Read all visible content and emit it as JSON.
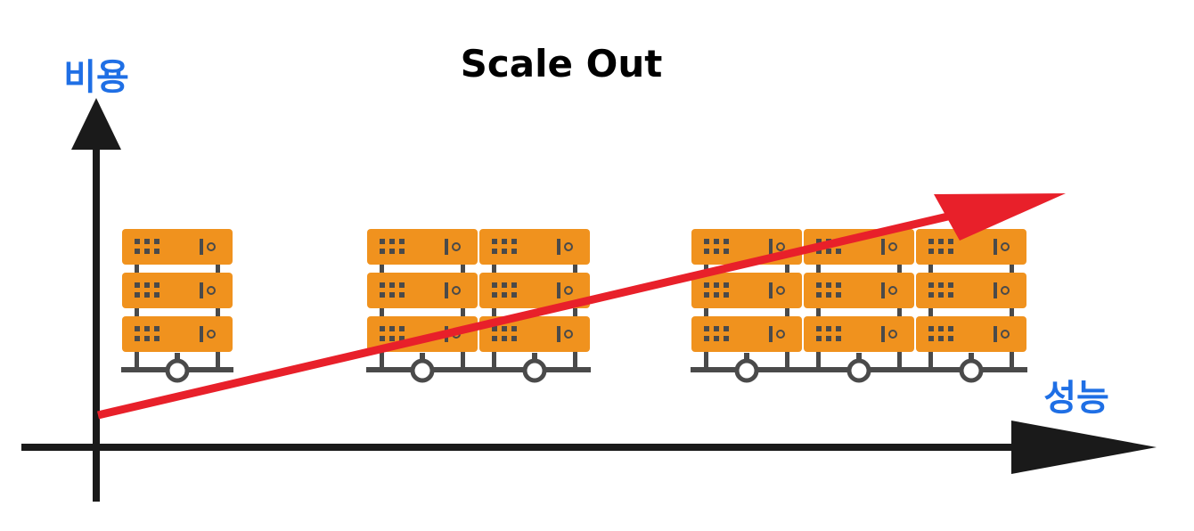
{
  "diagram": {
    "title": "Scale Out",
    "y_axis_label": "비용",
    "x_axis_label": "성능",
    "colors": {
      "axis": "#1a1a1a",
      "axis_label": "#1f6fe5",
      "trend_arrow": "#e8202a",
      "server_body": "#f0921e",
      "server_detail": "#4a4a4a",
      "rack_base": "#4a4a4a"
    },
    "icons": {
      "server": "server-rack-icon",
      "trend": "trend-arrow-icon"
    },
    "stages": [
      {
        "name": "stage-1",
        "servers": 1
      },
      {
        "name": "stage-2",
        "servers": 2
      },
      {
        "name": "stage-3",
        "servers": 3
      }
    ]
  }
}
